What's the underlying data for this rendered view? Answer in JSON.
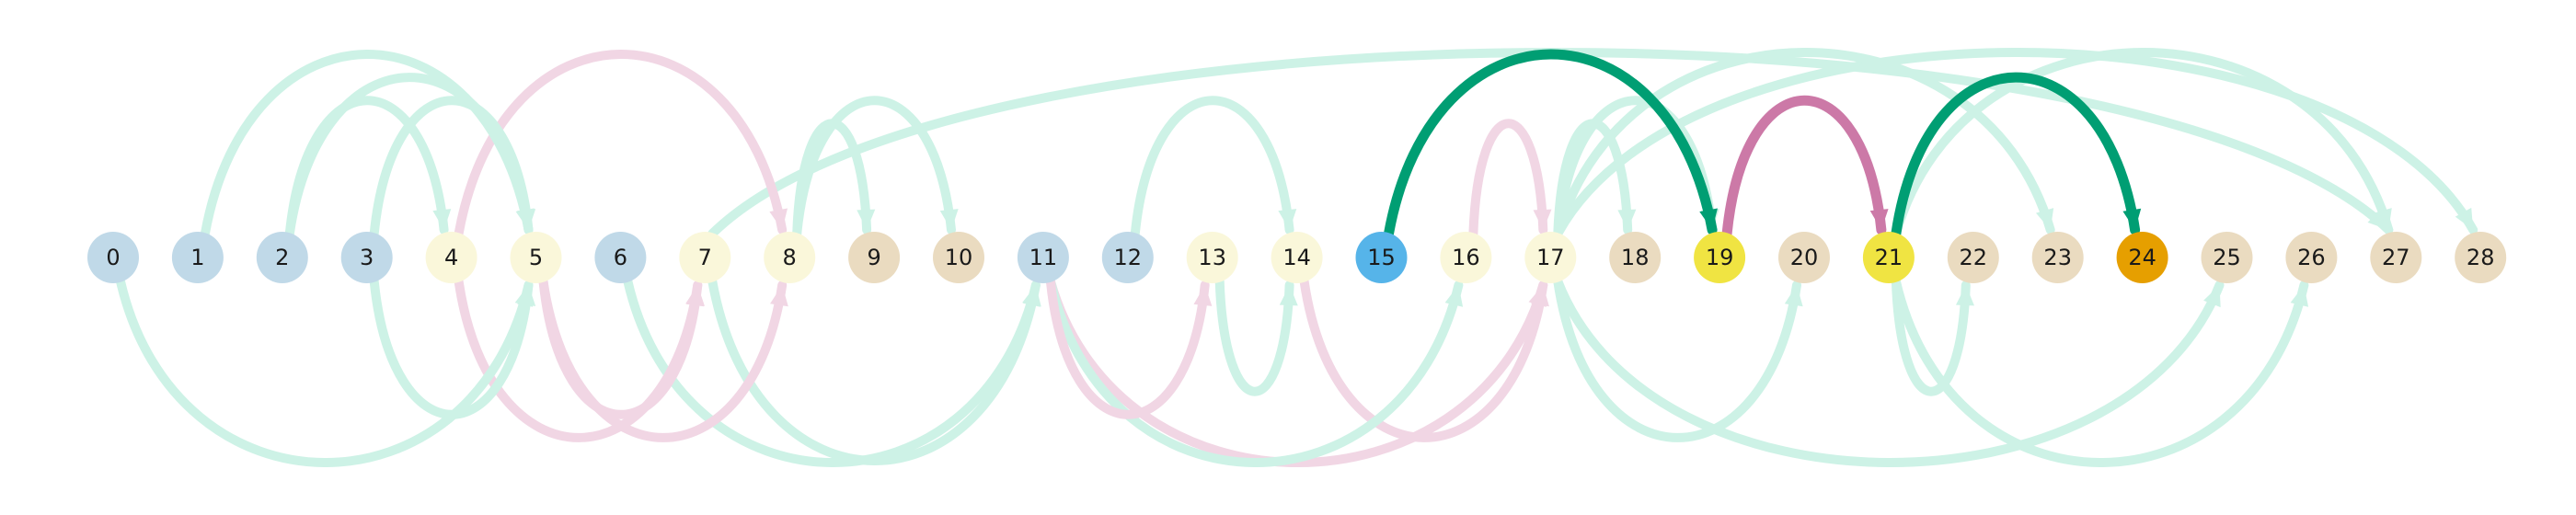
{
  "colors": {
    "light_blue": "#c0d9e8",
    "light_yellow": "#faf7da",
    "beige": "#eadbc0",
    "blue": "#56b4e9",
    "yellow": "#f0e442",
    "orange": "#e69f00",
    "edge_green": "#cdf2e6",
    "edge_pink": "#f1d6e4",
    "edge_green_dark": "#009e73",
    "edge_pink_dark": "#cc79a7"
  },
  "nodes": [
    {
      "id": 0,
      "label": "0",
      "color": "light_blue"
    },
    {
      "id": 1,
      "label": "1",
      "color": "light_blue"
    },
    {
      "id": 2,
      "label": "2",
      "color": "light_blue"
    },
    {
      "id": 3,
      "label": "3",
      "color": "light_blue"
    },
    {
      "id": 4,
      "label": "4",
      "color": "light_yellow"
    },
    {
      "id": 5,
      "label": "5",
      "color": "light_yellow"
    },
    {
      "id": 6,
      "label": "6",
      "color": "light_blue"
    },
    {
      "id": 7,
      "label": "7",
      "color": "light_yellow"
    },
    {
      "id": 8,
      "label": "8",
      "color": "light_yellow"
    },
    {
      "id": 9,
      "label": "9",
      "color": "beige"
    },
    {
      "id": 10,
      "label": "10",
      "color": "beige"
    },
    {
      "id": 11,
      "label": "11",
      "color": "light_blue"
    },
    {
      "id": 12,
      "label": "12",
      "color": "light_blue"
    },
    {
      "id": 13,
      "label": "13",
      "color": "light_yellow"
    },
    {
      "id": 14,
      "label": "14",
      "color": "light_yellow"
    },
    {
      "id": 15,
      "label": "15",
      "color": "blue"
    },
    {
      "id": 16,
      "label": "16",
      "color": "light_yellow"
    },
    {
      "id": 17,
      "label": "17",
      "color": "light_yellow"
    },
    {
      "id": 18,
      "label": "18",
      "color": "beige"
    },
    {
      "id": 19,
      "label": "19",
      "color": "yellow"
    },
    {
      "id": 20,
      "label": "20",
      "color": "beige"
    },
    {
      "id": 21,
      "label": "21",
      "color": "yellow"
    },
    {
      "id": 22,
      "label": "22",
      "color": "beige"
    },
    {
      "id": 23,
      "label": "23",
      "color": "beige"
    },
    {
      "id": 24,
      "label": "24",
      "color": "orange"
    },
    {
      "id": 25,
      "label": "25",
      "color": "beige"
    },
    {
      "id": 26,
      "label": "26",
      "color": "beige"
    },
    {
      "id": 27,
      "label": "27",
      "color": "beige"
    },
    {
      "id": 28,
      "label": "28",
      "color": "beige"
    }
  ],
  "edges": [
    {
      "from": 1,
      "to": 5,
      "side": "above",
      "color": "edge_green"
    },
    {
      "from": 2,
      "to": 4,
      "side": "above",
      "color": "edge_green"
    },
    {
      "from": 2,
      "to": 5,
      "side": "above",
      "color": "edge_green"
    },
    {
      "from": 3,
      "to": 5,
      "side": "above",
      "color": "edge_green"
    },
    {
      "from": 4,
      "to": 8,
      "side": "above",
      "color": "edge_pink"
    },
    {
      "from": 7,
      "to": 27,
      "side": "above",
      "color": "edge_green"
    },
    {
      "from": 8,
      "to": 9,
      "side": "above",
      "color": "edge_green"
    },
    {
      "from": 8,
      "to": 10,
      "side": "above",
      "color": "edge_green"
    },
    {
      "from": 12,
      "to": 14,
      "side": "above",
      "color": "edge_green"
    },
    {
      "from": 16,
      "to": 17,
      "side": "above",
      "color": "edge_pink"
    },
    {
      "from": 17,
      "to": 18,
      "side": "above",
      "color": "edge_green"
    },
    {
      "from": 17,
      "to": 19,
      "side": "above",
      "color": "edge_green"
    },
    {
      "from": 17,
      "to": 23,
      "side": "above",
      "color": "edge_green"
    },
    {
      "from": 17,
      "to": 28,
      "side": "above",
      "color": "edge_green"
    },
    {
      "from": 21,
      "to": 27,
      "side": "above",
      "color": "edge_green"
    },
    {
      "from": 0,
      "to": 5,
      "side": "below",
      "color": "edge_green"
    },
    {
      "from": 3,
      "to": 5,
      "side": "below",
      "color": "edge_green"
    },
    {
      "from": 4,
      "to": 7,
      "side": "below",
      "color": "edge_pink"
    },
    {
      "from": 5,
      "to": 7,
      "side": "below",
      "color": "edge_pink"
    },
    {
      "from": 5,
      "to": 8,
      "side": "below",
      "color": "edge_pink"
    },
    {
      "from": 6,
      "to": 11,
      "side": "below",
      "color": "edge_green"
    },
    {
      "from": 7,
      "to": 11,
      "side": "below",
      "color": "edge_green"
    },
    {
      "from": 11,
      "to": 13,
      "side": "below",
      "color": "edge_pink"
    },
    {
      "from": 11,
      "to": 16,
      "side": "below",
      "color": "edge_green"
    },
    {
      "from": 11,
      "to": 17,
      "side": "below",
      "color": "edge_pink"
    },
    {
      "from": 13,
      "to": 14,
      "side": "below",
      "color": "edge_green"
    },
    {
      "from": 14,
      "to": 17,
      "side": "below",
      "color": "edge_pink"
    },
    {
      "from": 17,
      "to": 20,
      "side": "below",
      "color": "edge_green"
    },
    {
      "from": 17,
      "to": 25,
      "side": "below",
      "color": "edge_green"
    },
    {
      "from": 21,
      "to": 22,
      "side": "below",
      "color": "edge_green"
    },
    {
      "from": 21,
      "to": 26,
      "side": "below",
      "color": "edge_green"
    },
    {
      "from": 15,
      "to": 19,
      "side": "above",
      "color": "edge_green_dark"
    },
    {
      "from": 19,
      "to": 21,
      "side": "above",
      "color": "edge_pink_dark"
    },
    {
      "from": 21,
      "to": 24,
      "side": "above",
      "color": "edge_green_dark"
    }
  ]
}
